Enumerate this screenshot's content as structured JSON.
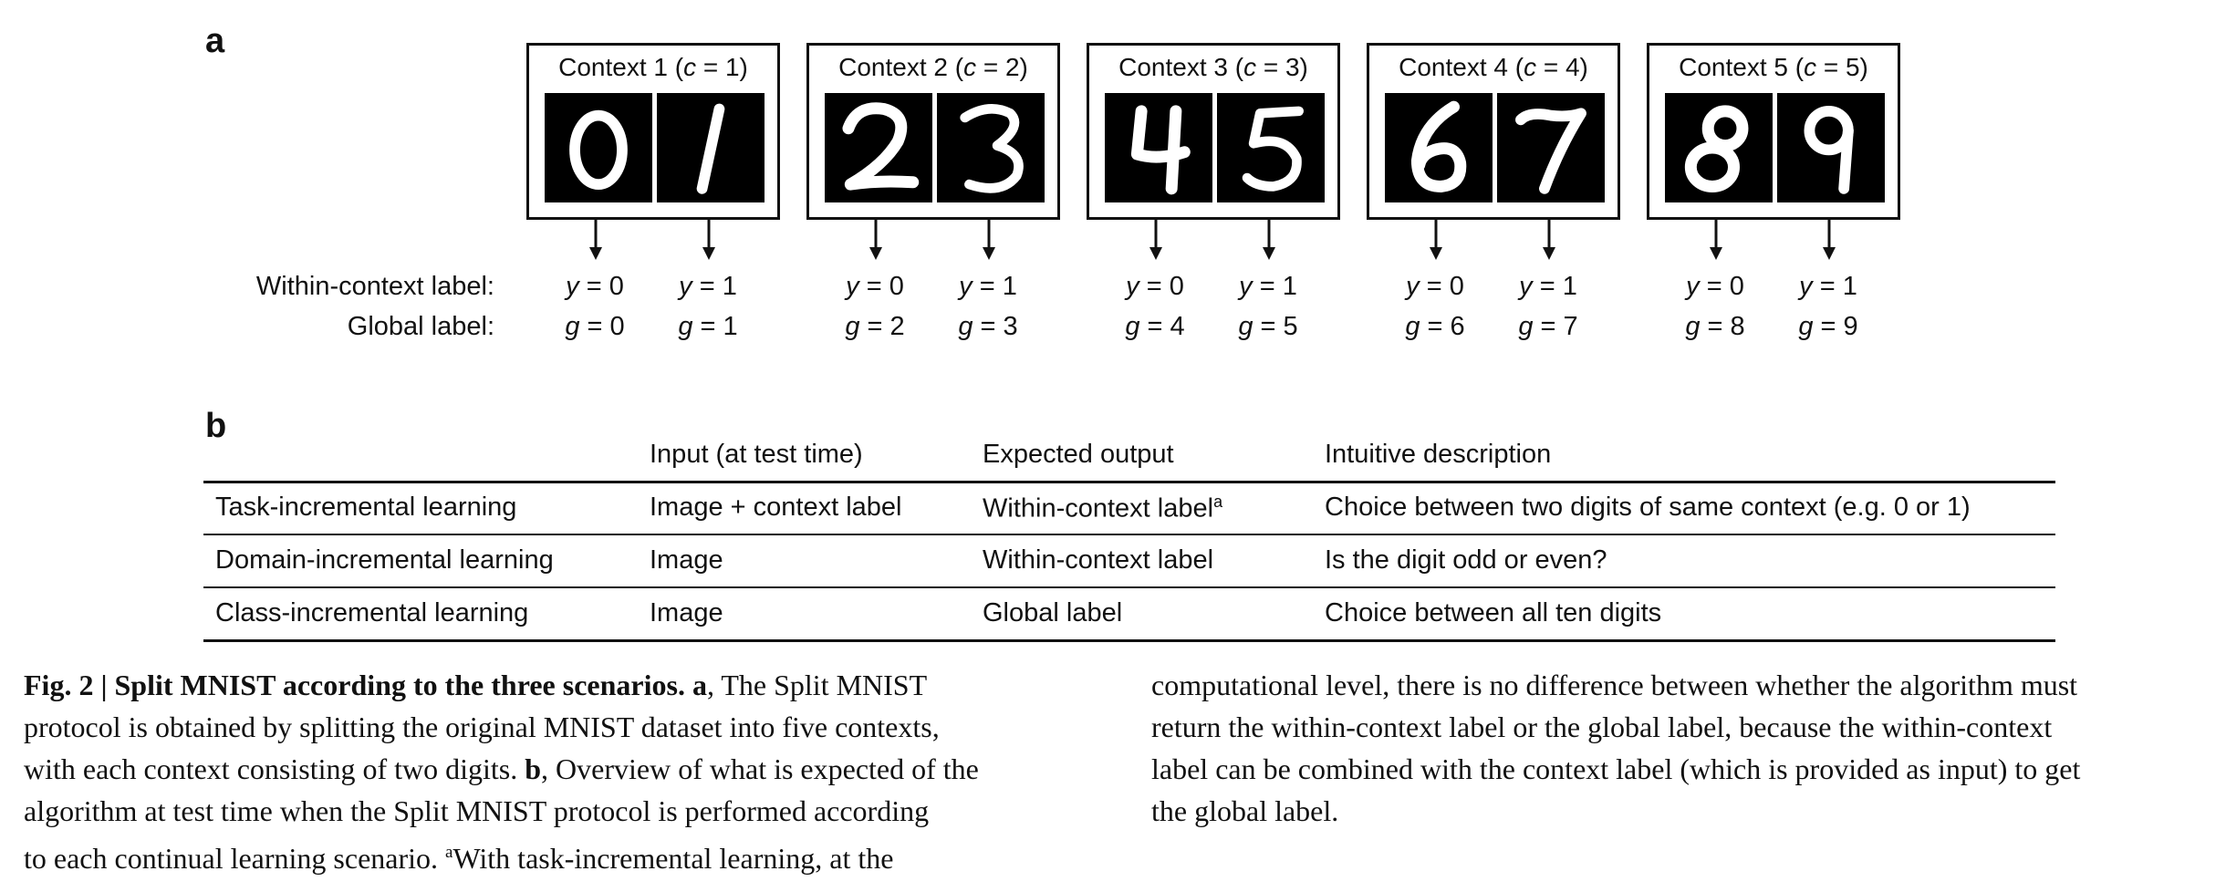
{
  "panel_a": {
    "letter": "a",
    "within_label": "Within-context label:",
    "global_label": "Global label:",
    "contexts": [
      {
        "title_pre": "Context 1 (",
        "c_var": "c",
        "title_post": " = 1)",
        "digits": [
          "0",
          "1"
        ],
        "y0": "y = 0",
        "y1": "y = 1",
        "g0": "g = 0",
        "g1": "g = 1"
      },
      {
        "title_pre": "Context 2 (",
        "c_var": "c",
        "title_post": " = 2)",
        "digits": [
          "2",
          "3"
        ],
        "y0": "y = 0",
        "y1": "y = 1",
        "g0": "g = 2",
        "g1": "g = 3"
      },
      {
        "title_pre": "Context 3 (",
        "c_var": "c",
        "title_post": " = 3)",
        "digits": [
          "4",
          "5"
        ],
        "y0": "y = 0",
        "y1": "y = 1",
        "g0": "g = 4",
        "g1": "g = 5"
      },
      {
        "title_pre": "Context 4 (",
        "c_var": "c",
        "title_post": " = 4)",
        "digits": [
          "6",
          "7"
        ],
        "y0": "y = 0",
        "y1": "y = 1",
        "g0": "g = 6",
        "g1": "g = 7"
      },
      {
        "title_pre": "Context 5 (",
        "c_var": "c",
        "title_post": " = 5)",
        "digits": [
          "8",
          "9"
        ],
        "y0": "y = 0",
        "y1": "y = 1",
        "g0": "g = 8",
        "g1": "g = 9"
      }
    ]
  },
  "panel_b": {
    "letter": "b",
    "headers": [
      "Input (at test time)",
      "Expected output",
      "Intuitive description"
    ],
    "rows": [
      {
        "scenario": "Task-incremental learning",
        "input": "Image + context label",
        "output": "Within-context label",
        "output_note": "a",
        "description": "Choice between two digits of same context (e.g. 0 or 1)"
      },
      {
        "scenario": "Domain-incremental learning",
        "input": "Image",
        "output": "Within-context label",
        "output_note": "",
        "description": "Is the digit odd or even?"
      },
      {
        "scenario": "Class-incremental learning",
        "input": "Image",
        "output": "Global label",
        "output_note": "",
        "description": "Choice between all ten digits"
      }
    ]
  },
  "caption": {
    "fig_label": "Fig. 2 | Split MNIST according to the three scenarios.",
    "a_letter": "a",
    "left_lines": [
      ", The Split MNIST",
      "protocol is obtained by splitting the original MNIST dataset into five contexts,",
      "with each context consisting of two digits. ",
      ", Overview of what is expected of the",
      "algorithm at test time when the Split MNIST protocol is performed according",
      "to each continual learning scenario. ",
      "With task-incremental learning, at the"
    ],
    "b_letter": "b",
    "footnote_mark": "a",
    "right_lines": [
      "computational level, there is no difference between whether the algorithm must",
      "return the within-context label or the global label, because the within-context",
      "label can be combined with the context label (which is provided as input) to get",
      "the global label."
    ]
  }
}
